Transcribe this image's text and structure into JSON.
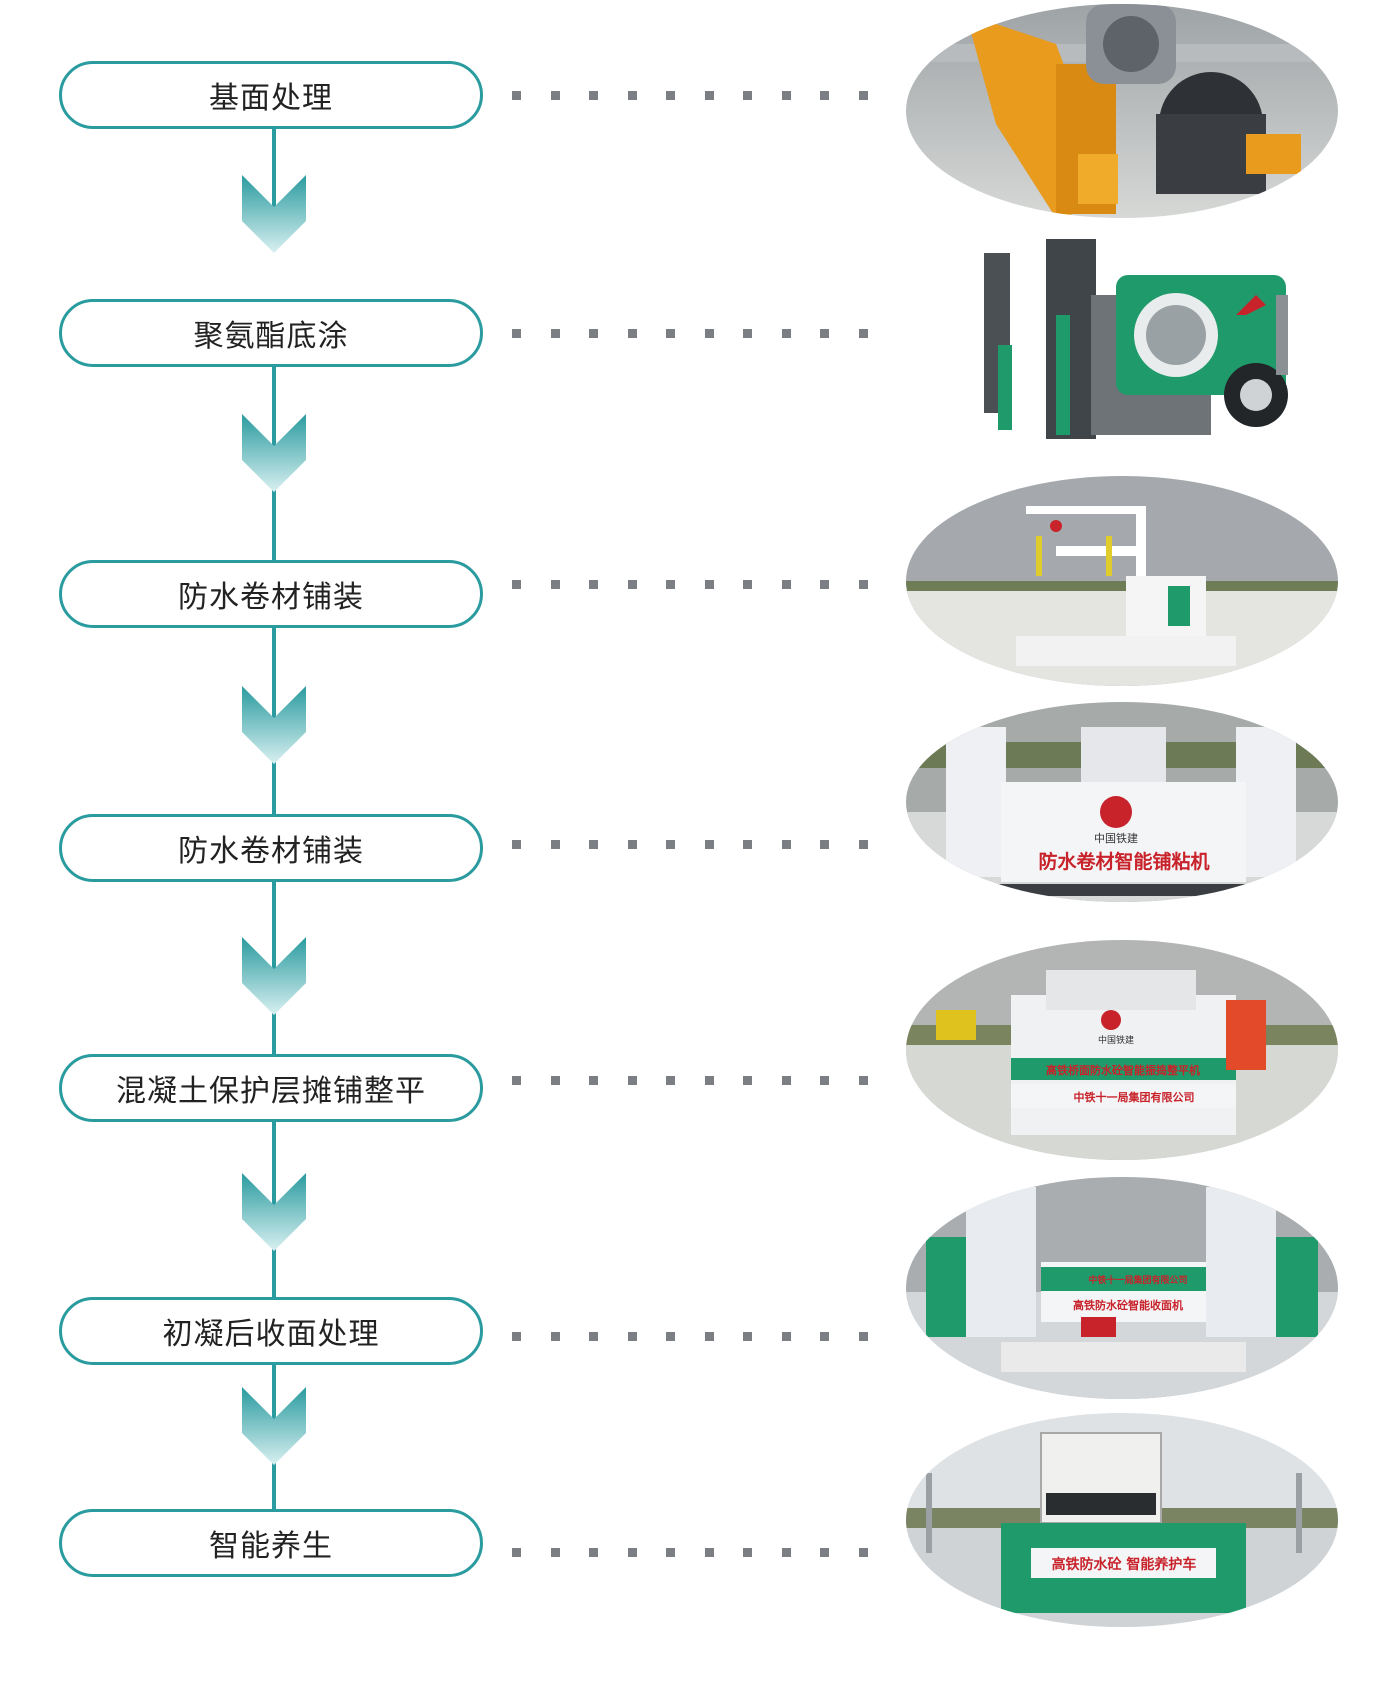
{
  "flow": {
    "steps": [
      {
        "label": "基面处理",
        "machine": "grinder"
      },
      {
        "label": "聚氨酯底涂",
        "machine": "sprayer"
      },
      {
        "label": "防水卷材铺装",
        "machine": "crane-cart"
      },
      {
        "label": "防水卷材铺装",
        "machine": "membrane-paver"
      },
      {
        "label": "混凝土保护层摊铺整平",
        "machine": "screed-paver"
      },
      {
        "label": "初凝后收面处理",
        "machine": "finisher"
      },
      {
        "label": "智能养生",
        "machine": "curing-truck"
      }
    ]
  },
  "machine_labels": {
    "paver_company": "中国铁建",
    "paver_sign": "防水卷材智能铺粘机",
    "screed_company": "中国铁建",
    "screed_sign_1": "高铁桥面防水砼智能振捣整平机",
    "screed_sign_2": "中铁十一局集团有限公司",
    "finisher_sign_1": "中铁十一局集团有限公司",
    "finisher_sign_2": "高铁防水砼智能收面机",
    "curing_sign": "高铁防水砼 智能养护车"
  },
  "colors": {
    "accent": "#2a9b9f",
    "chevron_top": "#2a9b9f",
    "chevron_bottom": "#d9f0f1",
    "dot": "#7b7f84",
    "machine_green": "#1f9a6a",
    "machine_orange": "#e89b1d",
    "sign_red": "#c8232b"
  }
}
